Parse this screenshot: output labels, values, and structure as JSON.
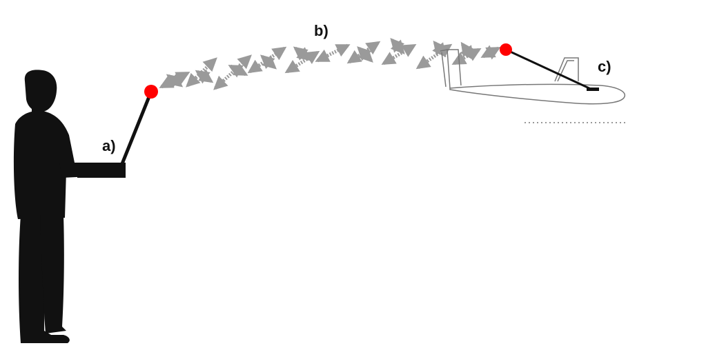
{
  "labels": {
    "a": "a)",
    "b": "b)",
    "c": "c)"
  },
  "colors": {
    "figure": "#111111",
    "antenna_tip": "#ff0000",
    "signal_wave": "#9a9a9a",
    "aircraft_outline": "#777777"
  },
  "icons": {
    "operator": "person-silhouette-icon",
    "transmitter": "transmitter-box-icon",
    "aircraft": "glider-aircraft-icon"
  }
}
